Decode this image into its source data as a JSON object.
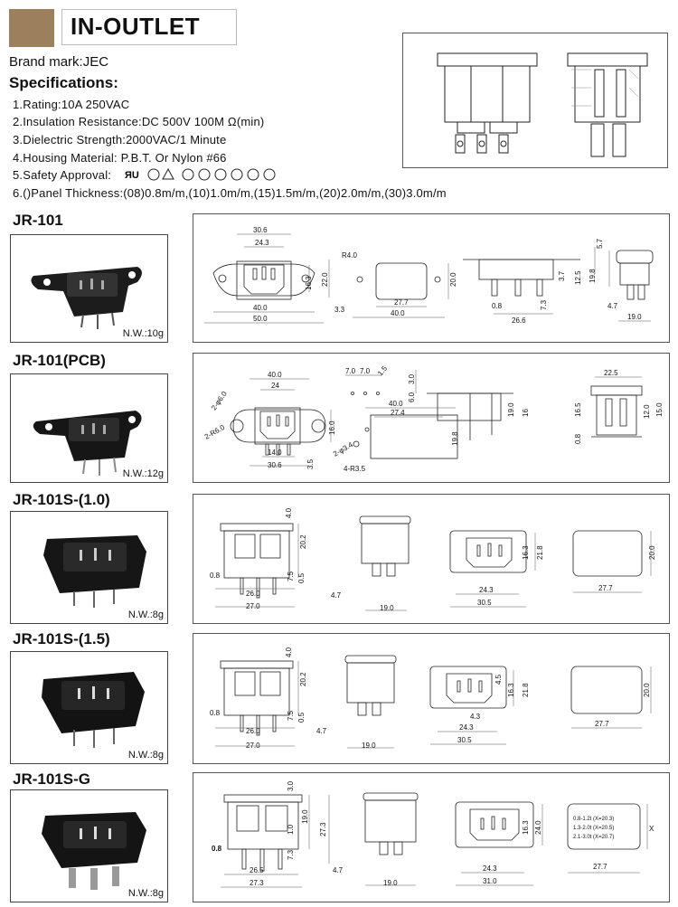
{
  "header": {
    "title": "IN-OUTLET",
    "brand": "Brand mark:JEC",
    "specs_heading": "Specifications:"
  },
  "specs": [
    "1.Rating:10A 250VAC",
    "2.Insulation Resistance:DC 500V  100M Ω(min)",
    "3.Dielectric Strength:2000VAC/1 Minute",
    "4.Housing Material: P.B.T. Or Nylon #66",
    "5.Safety Approval:",
    "6.()Panel Thickness:(08)0.8m/m,(10)1.0m/m,(15)1.5m/m,(20)2.0m/m,(30)3.0m/m"
  ],
  "products": [
    {
      "name": "JR-101",
      "nw": "N.W.:10g",
      "dims": [
        "30.6",
        "24.3",
        "22.0",
        "16.3",
        "40.0",
        "50.0",
        "R4.0",
        "3.3",
        "27.7",
        "20.0",
        "40.0",
        "5.7",
        "3.7",
        "12.5",
        "19.8",
        "7.3",
        "0.8",
        "26.6",
        "4.7",
        "19.0"
      ]
    },
    {
      "name": "JR-101(PCB)",
      "nw": "N.W.:12g",
      "dims": [
        "40.0",
        "24",
        "2-φ6.0",
        "2-R6.0",
        "16.0",
        "14.0",
        "30.6",
        "3.5",
        "7.0",
        "7.0",
        "1.5",
        "40.0",
        "27.4",
        "2-φ3.4",
        "4-R3.5",
        "19.8",
        "3.0",
        "6.0",
        "19.0",
        "16",
        "22.5",
        "16.5",
        "12.0",
        "15.0",
        "0.8"
      ]
    },
    {
      "name": "JR-101S-(1.0)",
      "nw": "N.W.:8g",
      "dims": [
        "4.0",
        "20.2",
        "0.8",
        "7.5",
        "0.5",
        "26.0",
        "27.0",
        "4.7",
        "19.0",
        "16.3",
        "21.8",
        "24.3",
        "30.5",
        "20.0",
        "27.7"
      ]
    },
    {
      "name": "JR-101S-(1.5)",
      "nw": "N.W.:8g",
      "dims": [
        "4.0",
        "20.2",
        "0.8",
        "7.5",
        "0.5",
        "26.0",
        "27.0",
        "4.7",
        "19.0",
        "4.5",
        "16.3",
        "21.8",
        "4.3",
        "24.3",
        "30.5",
        "20.0",
        "27.7"
      ]
    },
    {
      "name": "JR-101S-G",
      "nw": "N.W.:8g",
      "dims": [
        "3.0",
        "19.0",
        "27.3",
        "1.0",
        "7.3",
        "0.8",
        "26.5",
        "27.3",
        "4.7",
        "19.0",
        "16.3",
        "24.0",
        "24.3",
        "31.0",
        "27.7",
        "X"
      ],
      "table": [
        "0.8-1.2t (X=20.3)",
        "1.3-2.0t (X=20.5)",
        "2.1-3.0t (X=20.7)"
      ]
    }
  ]
}
